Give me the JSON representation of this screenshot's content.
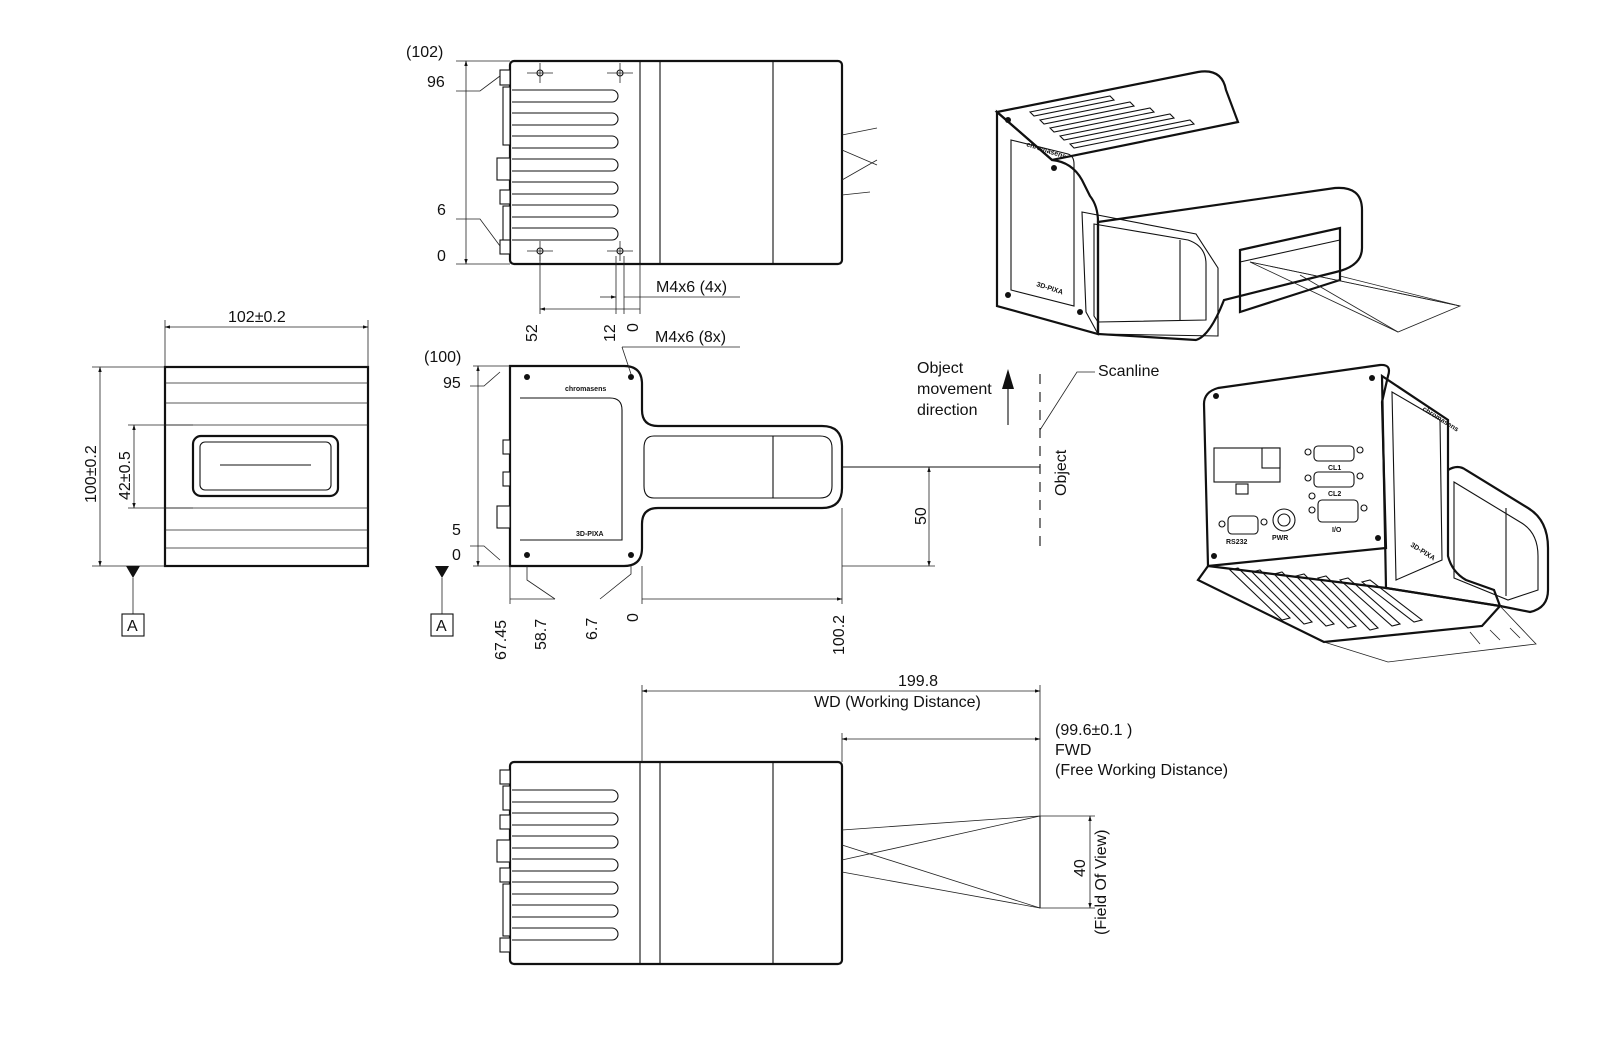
{
  "top_view": {
    "dim_102_paren": "(102)",
    "dim_96": "96",
    "dim_6": "6",
    "dim_0": "0",
    "dim_52": "52",
    "dim_12": "12",
    "dim_0_bottom": "0",
    "thread_note": "M4x6 (4x)"
  },
  "front_view": {
    "width_dim": "102±0.2",
    "height_dim": "100±0.2",
    "window_dim": "42±0.5",
    "datum": "A"
  },
  "side_view": {
    "dim_100_paren": "(100)",
    "dim_95": "95",
    "dim_5": "5",
    "dim_0": "0",
    "dim_67_45": "67.45",
    "dim_58_7": "58.7",
    "dim_6_7": "6.7",
    "dim_0_bottom": "0",
    "dim_100_2": "100.2",
    "dim_50": "50",
    "thread_note": "M4x6 (8x)",
    "datum": "A",
    "brand_mark": "chromasens",
    "model_mark": "3D-PIXA"
  },
  "scan_annotation": {
    "movement_label_1": "Object",
    "movement_label_2": "movement",
    "movement_label_3": "direction",
    "scanline_label": "Scanline",
    "object_label": "Object"
  },
  "bottom_view": {
    "wd_value": "199.8",
    "wd_label": "WD (Working Distance)",
    "fwd_value": "(99.6±0.1  )",
    "fwd_label": "FWD",
    "fwd_label_full": "(Free Working Distance)",
    "fov_value": "40",
    "fov_label": "(Field Of View)"
  },
  "iso_top": {
    "brand_mark": "chromasens",
    "model_mark": "3D-PIXA"
  },
  "iso_bottom": {
    "brand_mark": "chromasens",
    "model_mark": "3D-PIXA",
    "port_cl1": "CL1",
    "port_cl2": "CL2",
    "port_rs232": "RS232",
    "port_pwr": "PWR",
    "port_io": "I/O"
  }
}
